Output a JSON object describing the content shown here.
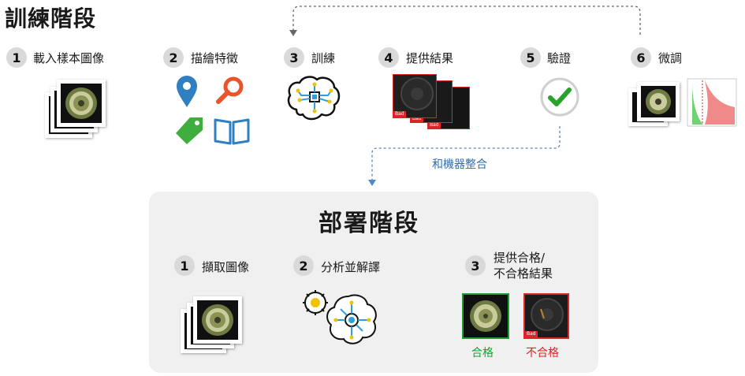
{
  "training": {
    "title": "訓練階段",
    "steps": [
      {
        "num": "1",
        "label": "載入樣本圖像"
      },
      {
        "num": "2",
        "label": "描繪特徵"
      },
      {
        "num": "3",
        "label": "訓練"
      },
      {
        "num": "4",
        "label": "提供結果"
      },
      {
        "num": "5",
        "label": "驗證"
      },
      {
        "num": "6",
        "label": "微調"
      }
    ],
    "bad_tag": "Bad"
  },
  "integrate_label": "和機器整合",
  "deployment": {
    "title": "部署階段",
    "steps": [
      {
        "num": "1",
        "label": "擷取圖像"
      },
      {
        "num": "2",
        "label": "分析並解譯"
      },
      {
        "num": "3",
        "label_line1": "提供合格/",
        "label_line2": "不合格結果"
      }
    ],
    "pass_label": "合格",
    "fail_label": "不合格",
    "bad_tag": "Bad"
  },
  "colors": {
    "pin_blue": "#2f7fc1",
    "search_orange": "#e8552a",
    "tag_green": "#3fae3f",
    "book_blue": "#2f7fc1",
    "check_green": "#2aa12a",
    "pass_green": "#1a9e33",
    "fail_red": "#d8262b",
    "arrow_blue": "#4a8ac8",
    "circuit_blue": "#2f9fd8",
    "node_yellow": "#f2c200"
  }
}
